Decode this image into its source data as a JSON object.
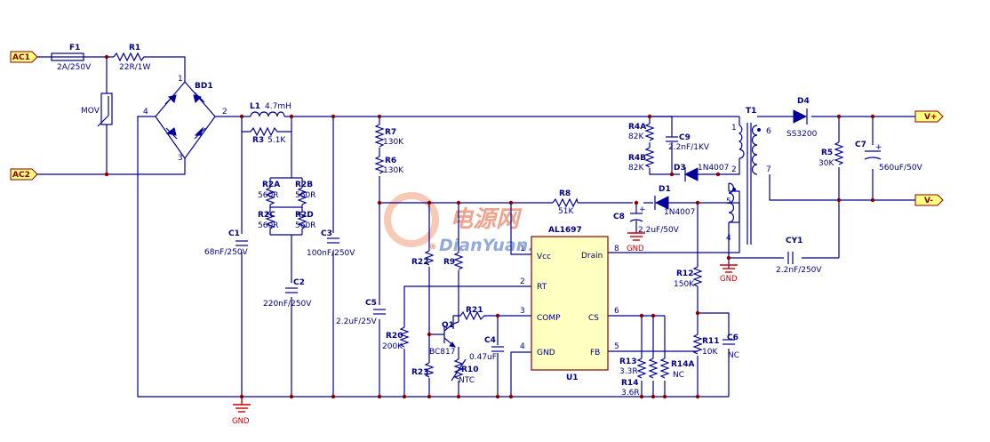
{
  "ports": {
    "ac1": "AC1",
    "ac2": "AC2",
    "vpos": "V+",
    "vneg": "V-"
  },
  "gnd": "GND",
  "f1": {
    "ref": "F1",
    "val": "2A/250V"
  },
  "r1": {
    "ref": "R1",
    "val": "22R/1W"
  },
  "mov": {
    "ref": "MOV"
  },
  "bd1": {
    "ref": "BD1",
    "p1": "1",
    "p2": "2",
    "p3": "3",
    "p4": "4"
  },
  "l1": {
    "ref": "L1",
    "val": "4.7mH"
  },
  "r3": {
    "ref": "R3",
    "val": "5.1K"
  },
  "r2a": {
    "ref": "R2A",
    "val": "560R"
  },
  "r2b": {
    "ref": "R2B",
    "val": "560R"
  },
  "r2c": {
    "ref": "R2C",
    "val": "560R"
  },
  "r2d": {
    "ref": "R2D",
    "val": "560R"
  },
  "c1": {
    "ref": "C1",
    "val": "68nF/250V"
  },
  "c2": {
    "ref": "C2",
    "val": "220nF/250V"
  },
  "c3": {
    "ref": "C3",
    "val": "100nF/250V"
  },
  "r7": {
    "ref": "R7",
    "val": "130K"
  },
  "r6": {
    "ref": "R6",
    "val": "130K"
  },
  "c5": {
    "ref": "C5",
    "val": "2.2uF/25V"
  },
  "r8": {
    "ref": "R8",
    "val": "51K"
  },
  "d1": {
    "ref": "D1",
    "val": "1N4007"
  },
  "c8": {
    "ref": "C8",
    "val": "2.2uF/50V"
  },
  "r4a": {
    "ref": "R4A",
    "val": "82K"
  },
  "r4b": {
    "ref": "R4B",
    "val": "82K"
  },
  "c9": {
    "ref": "C9",
    "val": "2.2nF/1KV"
  },
  "d3": {
    "ref": "D3",
    "val": "1N4007"
  },
  "t1": {
    "ref": "T1",
    "p1": "1",
    "p2": "2",
    "p4": "4",
    "p5": "5",
    "p6": "6",
    "p7": "7"
  },
  "d4": {
    "ref": "D4",
    "val": "SS3200"
  },
  "r5": {
    "ref": "R5",
    "val": "30K"
  },
  "c7": {
    "ref": "C7",
    "val": "560uF/50V"
  },
  "cy1": {
    "ref": "CY1",
    "val": "2.2nF/250V"
  },
  "u1": {
    "ref": "U1",
    "part": "AL1697",
    "vcc": "Vcc",
    "drain": "Drain",
    "rt": "RT",
    "comp": "COMP",
    "cs": "CS",
    "gnd": "GND",
    "fb": "FB",
    "n1": "1",
    "n2": "2",
    "n3": "3",
    "n4": "4",
    "n5": "5",
    "n6": "6",
    "n8": "8"
  },
  "r12": {
    "ref": "R12",
    "val": "150K"
  },
  "r11": {
    "ref": "R11",
    "val": "10K"
  },
  "c6": {
    "ref": "C6",
    "val": "NC"
  },
  "r13": {
    "ref": "R13",
    "val": "3.3R"
  },
  "r14": {
    "ref": "R14",
    "val": "3.6R"
  },
  "r14a": {
    "ref": "R14A",
    "val": "NC"
  },
  "r22": {
    "ref": "R22"
  },
  "r9": {
    "ref": "R9"
  },
  "q1": {
    "ref": "Q1",
    "val": "BC817"
  },
  "r21": {
    "ref": "R21"
  },
  "c4": {
    "ref": "C4",
    "val": "0.47uF"
  },
  "r20": {
    "ref": "R20",
    "val": "200K"
  },
  "r23": {
    "ref": "R23"
  },
  "r10": {
    "ref": "R10",
    "val": "NTC"
  },
  "watermark": {
    "cn": "电源网",
    "en": "DianYuan.com",
    "reg": "®"
  }
}
